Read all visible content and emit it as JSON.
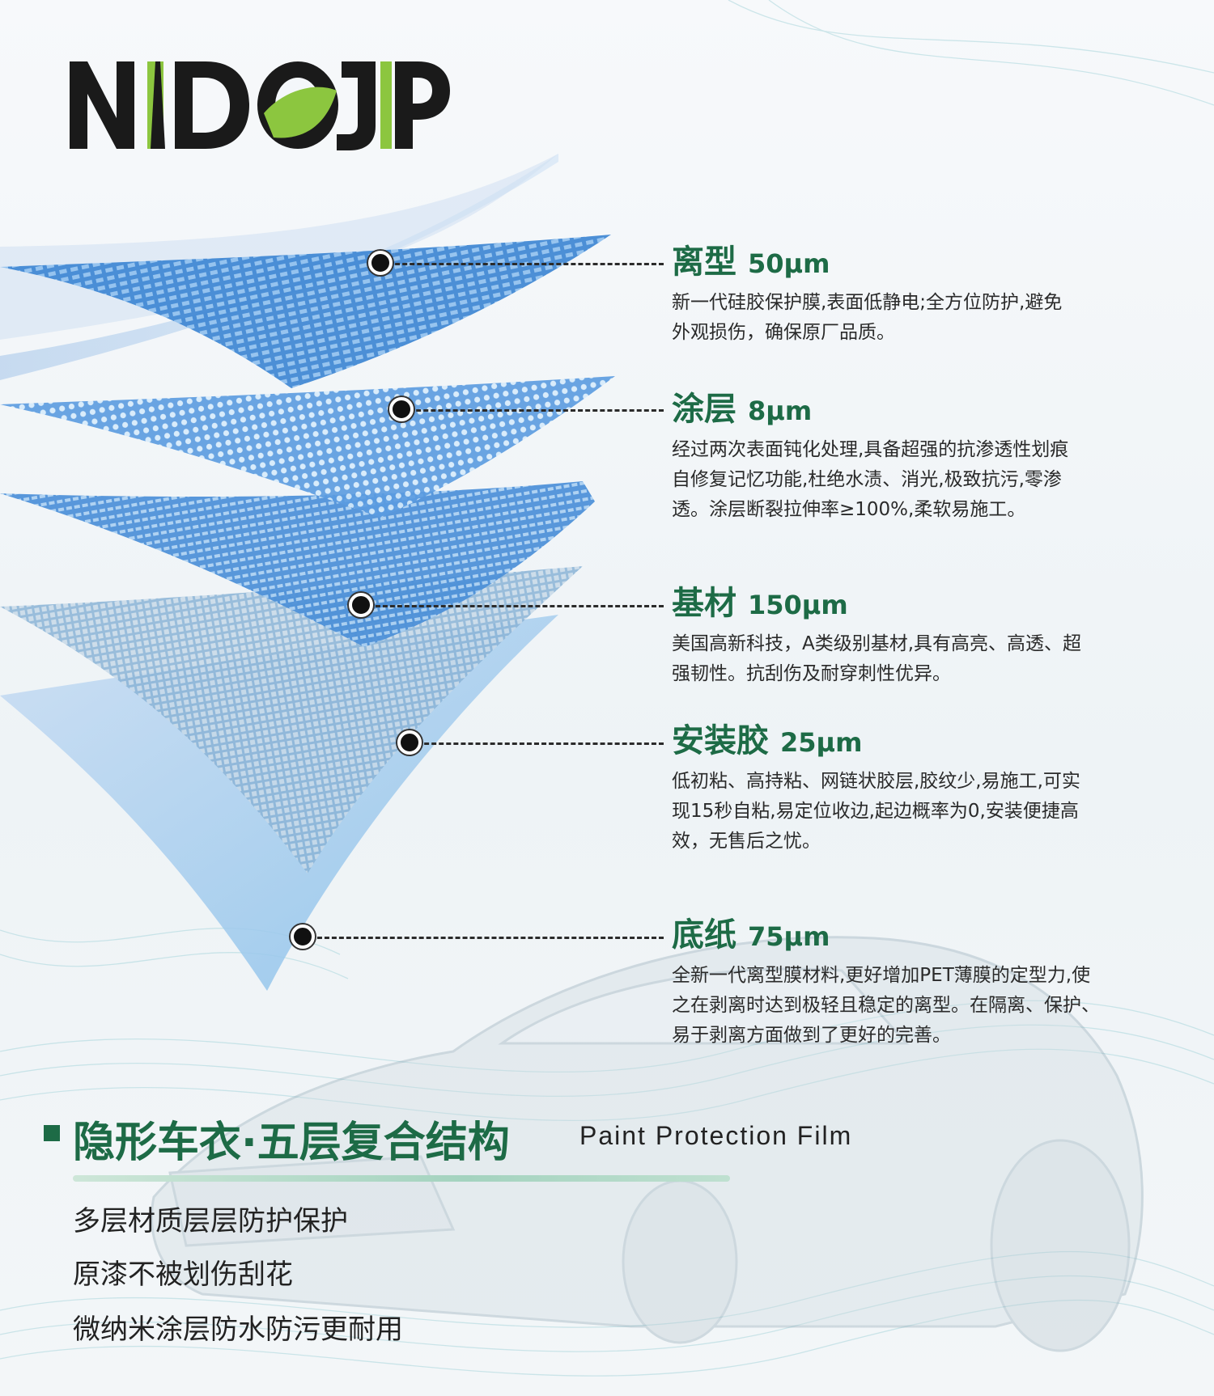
{
  "brand": {
    "logo_text": "NIDOJP"
  },
  "layers": [
    {
      "name": "离型",
      "thickness": "50μm",
      "desc_lines": [
        "新一代硅胶保护膜,表面低静电;全方位防护,避免",
        "外观损伤，确保原厂品质。"
      ]
    },
    {
      "name": "涂层",
      "thickness": "8μm",
      "desc_lines": [
        "经过两次表面钝化处理,具备超强的抗渗透性划痕",
        "自修复记忆功能,杜绝水渍、消光,极致抗污,零渗",
        "透。涂层断裂拉伸率≥100%,柔软易施工。"
      ]
    },
    {
      "name": "基材",
      "thickness": "150μm",
      "desc_lines": [
        "美国高新科技，A类级别基材,具有高亮、高透、超",
        "强韧性。抗刮伤及耐穿刺性优异。"
      ]
    },
    {
      "name": "安装胶",
      "thickness": "25μm",
      "desc_lines": [
        "低初粘、高持粘、网链状胶层,胶纹少,易施工,可实",
        "现15秒自粘,易定位收边,起边概率为0,安装便捷高",
        "效，无售后之忧。"
      ]
    },
    {
      "name": "底纸",
      "thickness": "75μm",
      "desc_lines": [
        "全新一代离型膜材料,更好增加PET薄膜的定型力,使",
        "之在剥离时达到极轻且稳定的离型。在隔离、保护、",
        "易于剥离方面做到了更好的完善。"
      ]
    }
  ],
  "heading": {
    "cn": "隐形车衣·五层复合结构",
    "en": "Paint Protection Film"
  },
  "features": [
    "多层材质层层防护保护",
    "原漆不被划伤刮花",
    "微纳米涂层防水防污更耐用"
  ],
  "colors": {
    "brand_green": "#1d6b46",
    "logo_black": "#1a1a1a",
    "logo_lime": "#8cc63f",
    "film_blue": "#4a90d6"
  }
}
